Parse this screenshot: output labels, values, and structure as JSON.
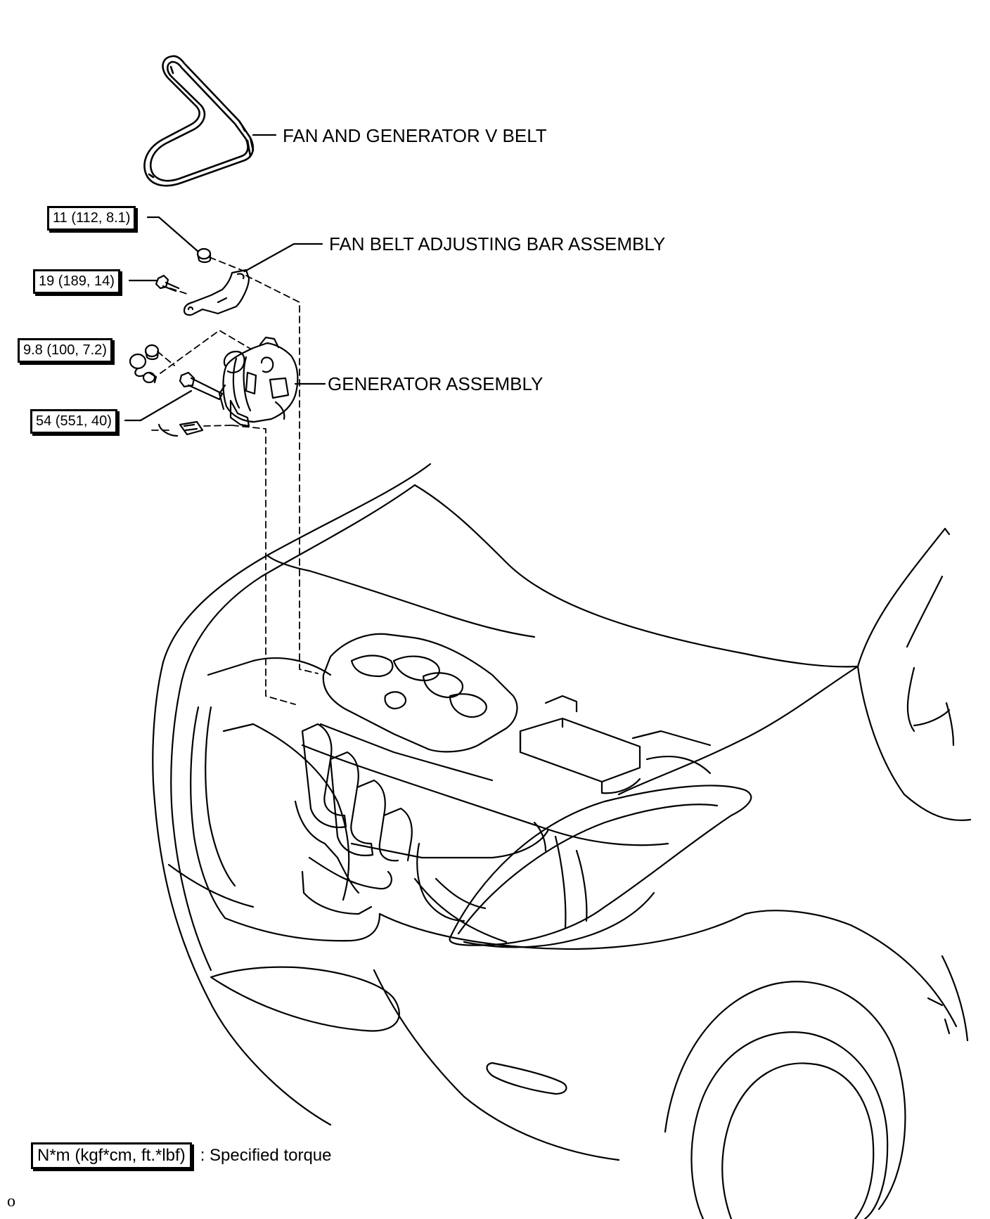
{
  "labels": {
    "v_belt": "FAN AND GENERATOR V BELT",
    "adjusting_bar": "FAN BELT ADJUSTING BAR ASSEMBLY",
    "generator": "GENERATOR ASSEMBLY"
  },
  "torques": {
    "nut": "11 (112, 8.1)",
    "bar_bolt": "19 (189, 14)",
    "terminal_nut": "9.8 (100, 7.2)",
    "through_bolt": "54 (551, 40)"
  },
  "legend": {
    "box_text": "N*m (kgf*cm, ft.*lbf)",
    "description": ": Specified torque"
  },
  "corner_mark": "o"
}
